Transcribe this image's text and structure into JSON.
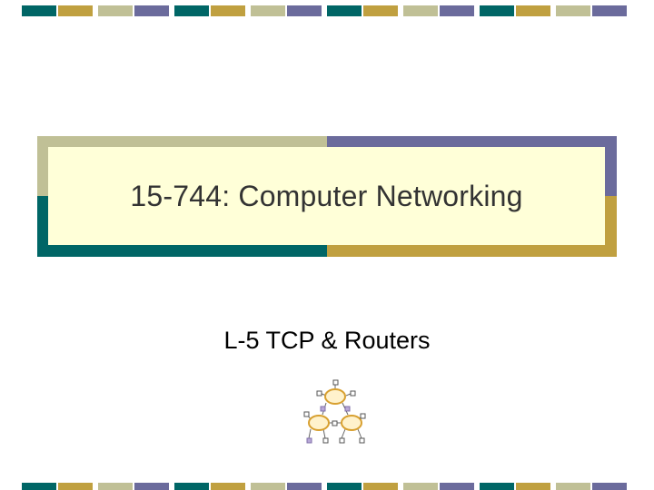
{
  "slide": {
    "title": "15-744: Computer Networking",
    "subtitle": "L-5 TCP & Routers"
  },
  "theme": {
    "teal": "#006666",
    "gold": "#c0a040",
    "sage": "#c0c096",
    "purple": "#6b6b9c",
    "title_box_fill": "#ffffd8"
  },
  "decorations": {
    "stripe_pattern": [
      "teal",
      "gold",
      "sage",
      "purple"
    ],
    "graphic_icon": "network-clouds-icon"
  }
}
